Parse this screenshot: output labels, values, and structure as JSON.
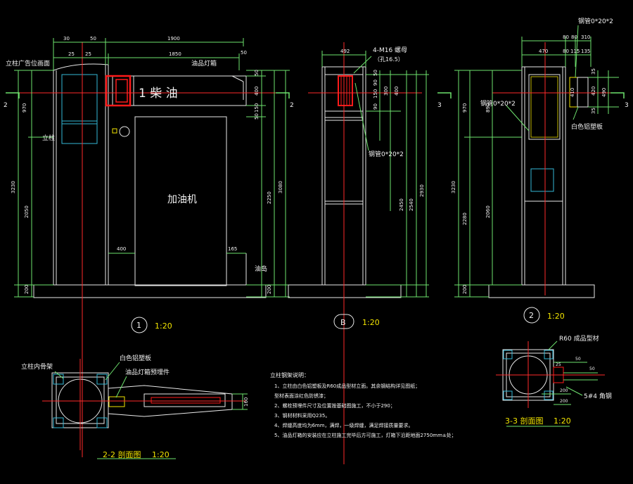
{
  "colors": {
    "background": "#000000",
    "line": "#e8e8e8",
    "dimension": "#6ee36e",
    "axis_red": "#ff2a2a",
    "accent_red": "#ff1a1a",
    "cyan": "#33b7d6",
    "label_yellow": "#f2e400"
  },
  "elevation1": {
    "label_column_ad": "立柱广告位画面",
    "label_column": "立柱",
    "label_light_box": "油品灯箱",
    "light_box_text": "1  柴 油",
    "label_dispenser": "加油机",
    "label_island": "油岛",
    "dim_top": [
      "30",
      "50",
      "1900",
      "50"
    ],
    "dim_second": [
      "25",
      "25",
      "1850"
    ],
    "dim_left": [
      "970",
      "3230",
      "2050",
      "200"
    ],
    "dim_right": [
      "50",
      "400",
      "150",
      "50",
      "2250",
      "3080",
      "200"
    ],
    "dim_bottom": [
      "400",
      "165"
    ],
    "section_mark_left": "2",
    "section_mark_right": "2",
    "view_id": "1",
    "scale": "1:20"
  },
  "elevationB": {
    "label_bolt": "4-M16 螺母",
    "label_bolt_sub": "（孔16.5）",
    "label_pipe": "钢管0*20*2",
    "dim_top": "492",
    "dim_right": [
      "50",
      "90",
      "150",
      "90",
      "300",
      "400",
      "2450",
      "2540",
      "2930"
    ],
    "view_id": "B",
    "scale": "1:20"
  },
  "elevation2": {
    "label_pipe_top": "钢管0*20*2",
    "label_pipe": "钢管0*20*2",
    "label_panel": "白色铝塑板",
    "dim_top": [
      "80",
      "80",
      "310"
    ],
    "dim_second": [
      "470",
      "80",
      "115",
      "135"
    ],
    "dim_left": [
      "970",
      "3230",
      "2280",
      "200"
    ],
    "dim_mid": [
      "890",
      "2060"
    ],
    "dim_right": [
      "35",
      "420",
      "490",
      "410",
      "35"
    ],
    "section_mark_left": "3",
    "section_mark_right": "3",
    "view_id": "2",
    "scale": "1:20"
  },
  "section22": {
    "label_frame": "立柱内骨架",
    "label_panel": "白色铝塑板",
    "label_embed": "油品灯箱预埋件",
    "dim_right": "160",
    "title": "2-2 剖面图",
    "scale": "1:20"
  },
  "section33": {
    "label_profile": "R60 成品型材",
    "label_angle": "5#4 角钢",
    "dims": [
      "50",
      "50",
      "25",
      "200",
      "200"
    ],
    "title": "3-3 剖面图",
    "scale": "1:20"
  },
  "notes": {
    "title": "立柱钢架说明：",
    "items": [
      "1、立柱由白色铝塑板及R60成品型材立面。其余钢结构详见图纸；",
      "   型材表面涂红色防锈漆；",
      "2、螺栓预埋件尺寸及位置按基础图施工，不小于290；",
      "3、钢材材料采用Q235。",
      "4、焊缝高度均为6mm，满焊，一级焊缝，满足焊接质量要求。",
      "5、油品灯箱的安装应在立柱施工完毕后方可施工，灯箱下沿距地面2750mm±处；"
    ]
  }
}
